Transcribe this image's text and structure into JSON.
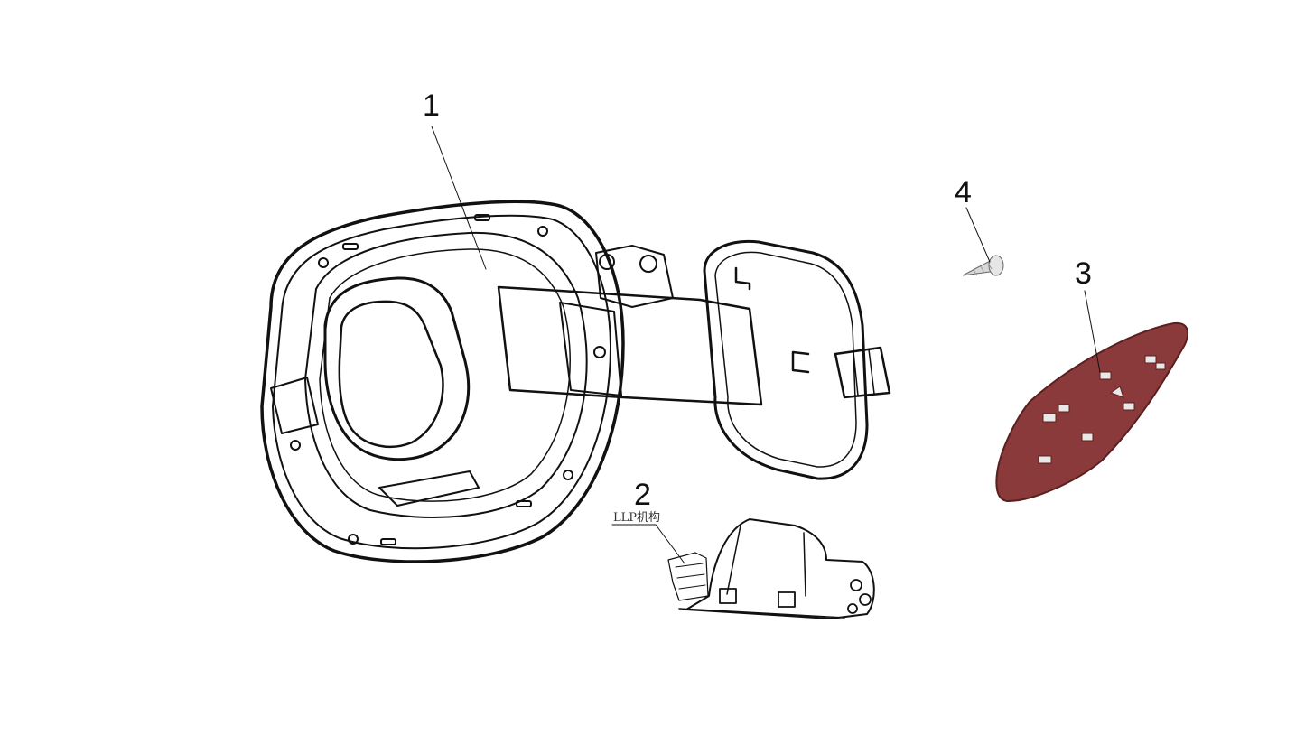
{
  "callouts": {
    "c1": "1",
    "c2": "2",
    "c3": "3",
    "c4": "4"
  },
  "sublabels": {
    "llp": "LLP机构"
  },
  "colors": {
    "line": "#111111",
    "cover_fill": "#8a3a3a",
    "cover_edge": "#5a1f1f",
    "clip_fill": "#e8e8e8"
  }
}
